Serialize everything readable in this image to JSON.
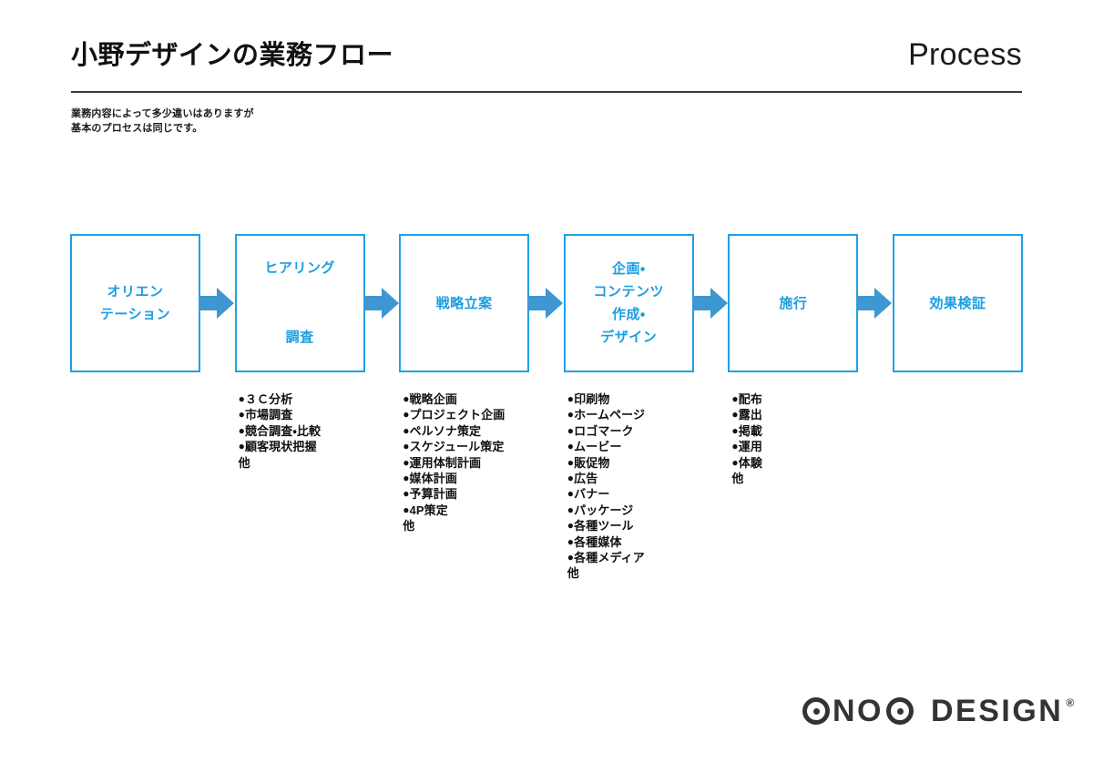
{
  "header": {
    "title": "小野デザインの業務フロー",
    "eyebrow": "Process",
    "subtitle_line1": "業務内容によって多少違いはありますが",
    "subtitle_line2": "基本のプロセスは同じです。"
  },
  "colors": {
    "box_border": "#1da1e8",
    "box_text": "#1b9de0",
    "arrow": "#3e97d1",
    "rule": "#3b3b3b",
    "body_text": "#111111",
    "logo": "#333333"
  },
  "flow": {
    "arrow_icon": "right-block-arrow-icon",
    "steps": [
      {
        "id": "orientation",
        "label": "オリエン\nテーション",
        "spaced": false
      },
      {
        "id": "hearing",
        "label": "ヒアリング\n\n調査",
        "spaced": true
      },
      {
        "id": "strategy",
        "label": "戦略立案",
        "spaced": false
      },
      {
        "id": "planning",
        "label": "企画・\nコンテンツ\n作成・\nデザイン",
        "spaced": false
      },
      {
        "id": "execution",
        "label": "施行",
        "spaced": false
      },
      {
        "id": "verification",
        "label": "効果検証",
        "spaced": false
      }
    ]
  },
  "detail_lists": [
    {
      "id": "hearing-details",
      "step": "ヒアリング 調査",
      "items": [
        "３Ｃ分析",
        "市場調査",
        "競合調査・比較",
        "顧客現状把握"
      ],
      "tail": "他"
    },
    {
      "id": "strategy-details",
      "step": "戦略立案",
      "items": [
        "戦略企画",
        "プロジェクト企画",
        "ペルソナ策定",
        "スケジュール策定",
        "運用体制計画",
        "媒体計画",
        "予算計画",
        "4P策定"
      ],
      "tail": "他"
    },
    {
      "id": "planning-details",
      "step": "企画・コンテンツ作成・デザイン",
      "items": [
        "印刷物",
        "ホームページ",
        "ロゴマーク",
        "ムービー",
        "販促物",
        "広告",
        "バナー",
        "パッケージ",
        "各種ツール",
        "各種媒体",
        "各種メディア"
      ],
      "tail": "他"
    },
    {
      "id": "execution-details",
      "step": "施行",
      "items": [
        "配布",
        "露出",
        "掲載",
        "運用",
        "体験"
      ],
      "tail": "他"
    }
  ],
  "footer": {
    "logo_part1": "O",
    "logo_part2": "NO",
    "logo_part3": "O",
    "logo_part4": "DESIGN",
    "logo_registered": "®",
    "logo_full": "ONO DESIGN®"
  }
}
